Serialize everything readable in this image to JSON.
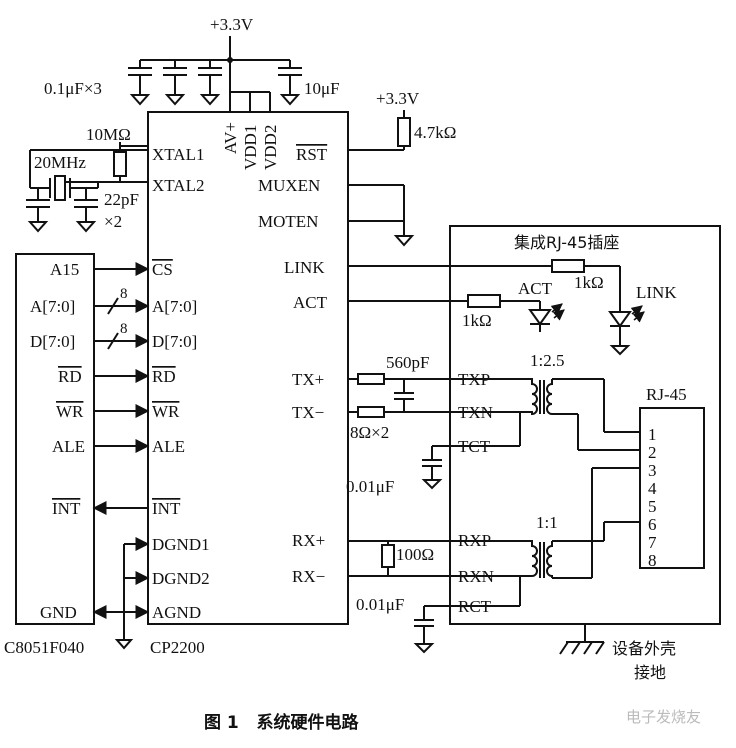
{
  "power": {
    "top_rail": "+3.3V",
    "rst_rail": "+3.3V"
  },
  "caps": {
    "decoupling": "0.1μF×3",
    "bulk": "10μF",
    "crystal_caps": "22pF",
    "crystal_caps_mult": "×2",
    "tx_cap": "560pF",
    "tct_cap": "0.01μF",
    "rct_cap": "0.01μF"
  },
  "resistors": {
    "rst_pullup": "4.7kΩ",
    "xtal_feedback": "10MΩ",
    "link_r": "1kΩ",
    "act_r": "1kΩ",
    "tx_series": "8Ω×2",
    "rx_term": "100Ω"
  },
  "crystal": {
    "freq": "20MHz"
  },
  "cp2200": {
    "name": "CP2200",
    "power_pins": [
      "AV+",
      "VDD1",
      "VDD2"
    ],
    "left_pins": [
      "XTAL1",
      "XTAL2",
      "CS",
      "A[7:0]",
      "D[7:0]",
      "RD",
      "WR",
      "ALE",
      "INT",
      "DGND1",
      "DGND2",
      "AGND"
    ],
    "right_pins": [
      "RST",
      "MUXEN",
      "MOTEN",
      "LINK",
      "ACT",
      "TX+",
      "TX−",
      "RX+",
      "RX−"
    ]
  },
  "mcu": {
    "name": "C8051F040",
    "pins": [
      "A15",
      "A[7:0]",
      "D[7:0]",
      "RD",
      "WR",
      "ALE",
      "INT",
      "GND"
    ],
    "bus_width_a": "8",
    "bus_width_d": "8"
  },
  "jack": {
    "title": "集成RJ-45插座",
    "leds": [
      "ACT",
      "LINK"
    ],
    "tx_side": [
      "TXP",
      "TXN",
      "TCT"
    ],
    "rx_side": [
      "RXP",
      "RXN",
      "RCT"
    ],
    "tx_ratio": "1:2.5",
    "rx_ratio": "1:1",
    "connector": "RJ-45",
    "connector_pins": [
      "1",
      "2",
      "3",
      "4",
      "5",
      "6",
      "7",
      "8"
    ]
  },
  "chassis": {
    "line1": "设备外壳",
    "line2": "接地"
  },
  "caption": "图 1   系统硬件电路",
  "watermark": "电子发烧友"
}
